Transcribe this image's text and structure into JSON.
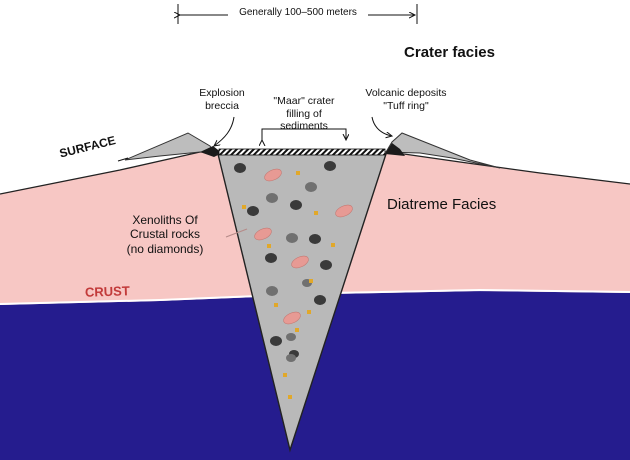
{
  "labels": {
    "width_range": "Generally 100–500 meters",
    "crater_facies": "Crater facies",
    "explosion_breccia_line1": "Explosion",
    "explosion_breccia_line2": "breccia",
    "maar_line1": "\"Maar\" crater",
    "maar_line2": "filling of",
    "maar_line3": "sediments",
    "volcanic_line1": "Volcanic deposits",
    "volcanic_line2": "\"Tuff ring\"",
    "surface": "SURFACE",
    "diatreme_facies": "Diatreme Facies",
    "xenoliths_line1": "Xenoliths Of",
    "xenoliths_line2": "Crustal rocks",
    "xenoliths_line3": "(no diamonds)",
    "crust": "CRUST"
  },
  "colors": {
    "sky": "#ffffff",
    "crust": "#f7c7c4",
    "mantle": "#251c8e",
    "diatreme": "#b9b9b9",
    "tuff_ring": "#bdbdbd",
    "crust_label": "#c23a3a"
  },
  "icons": [
    "gray-rock-icon",
    "dark-rock-icon",
    "pink-xenolith-icon",
    "gold-grain-icon",
    "arrow-icon"
  ]
}
